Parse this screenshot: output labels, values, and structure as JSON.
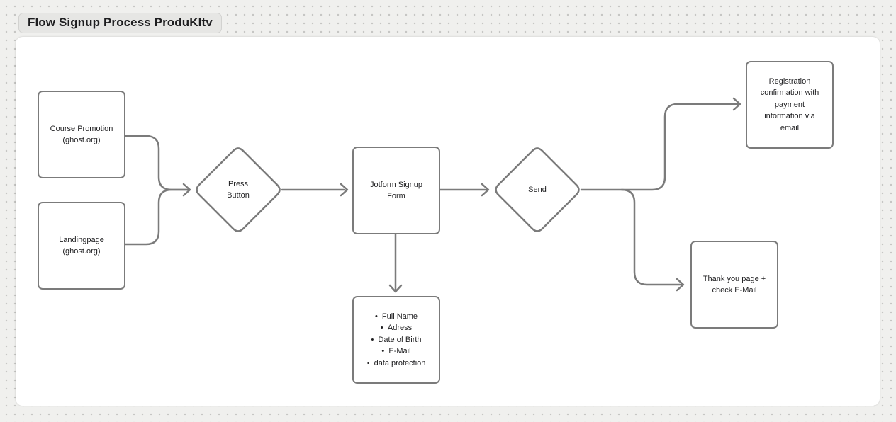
{
  "app": {
    "title": "Flow Signup Process ProduKItv"
  },
  "colors": {
    "page_background": "#f0f0ee",
    "canvas_background": "#ffffff",
    "shape_stroke": "#7b7b7b",
    "label_text": "#1d1d1f",
    "title_pill_background": "#e6e6e4",
    "title_pill_border": "#d2d2d0",
    "grid_dot": "#c4c4c2"
  },
  "shapes": {
    "course_promotion": {
      "label": "Course Promotion\n(ghost.org)"
    },
    "landingpage": {
      "label": "Landingpage\n(ghost.org)"
    },
    "press_button": {
      "label": "Press\nButton"
    },
    "jotform_signup_form": {
      "label": "Jotform Signup\nForm"
    },
    "send": {
      "label": "Send"
    },
    "registration_confirmation": {
      "label": "Registration\nconfirmation with\npayment\ninformation via\nemail"
    },
    "thank_you_page": {
      "label": "Thank you page +\ncheck E-Mail"
    },
    "form_fields": {
      "items": [
        "Full Name",
        "Adress",
        "Date of Birth",
        "E-Mail",
        "data protection"
      ]
    }
  }
}
